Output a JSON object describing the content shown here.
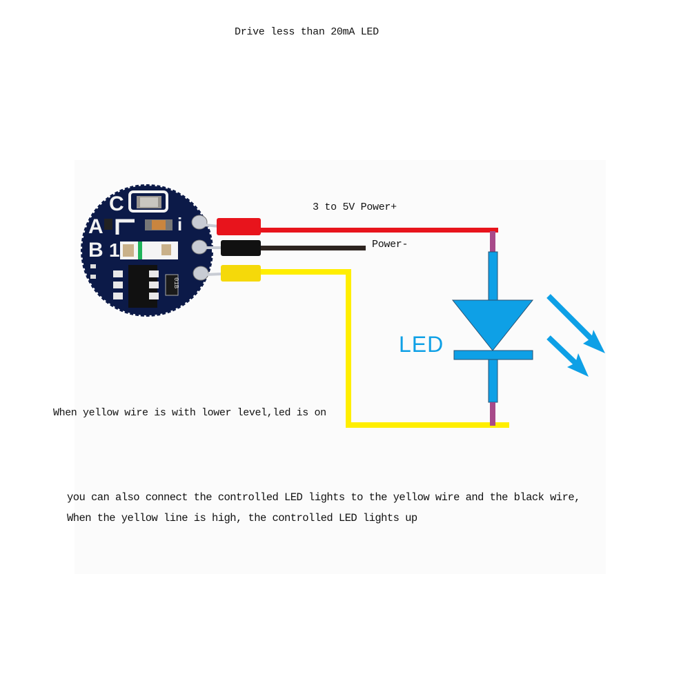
{
  "title": "Drive less than 20mA LED",
  "labels": {
    "power_plus": "3 to 5V Power+",
    "power_minus": "Power-",
    "led": "LED",
    "low_level_note": "When yellow wire is with lower level,led is on",
    "alt_note_line1": "you can also connect the controlled LED lights to the yellow wire and the black wire,",
    "alt_note_line2": "When the yellow line is high, the controlled LED lights up"
  },
  "board": {
    "silkscreen": [
      "C",
      "A",
      "B",
      "1",
      "i"
    ],
    "chip_marking": "01B"
  },
  "colors": {
    "red_wire": "#e8141c",
    "black_wire": "#2d2420",
    "yellow_wire": "#ffee00",
    "led_blue": "#0ea0e6",
    "lead_purple": "#a84a8a",
    "pcb_blue": "#0c1a48"
  }
}
